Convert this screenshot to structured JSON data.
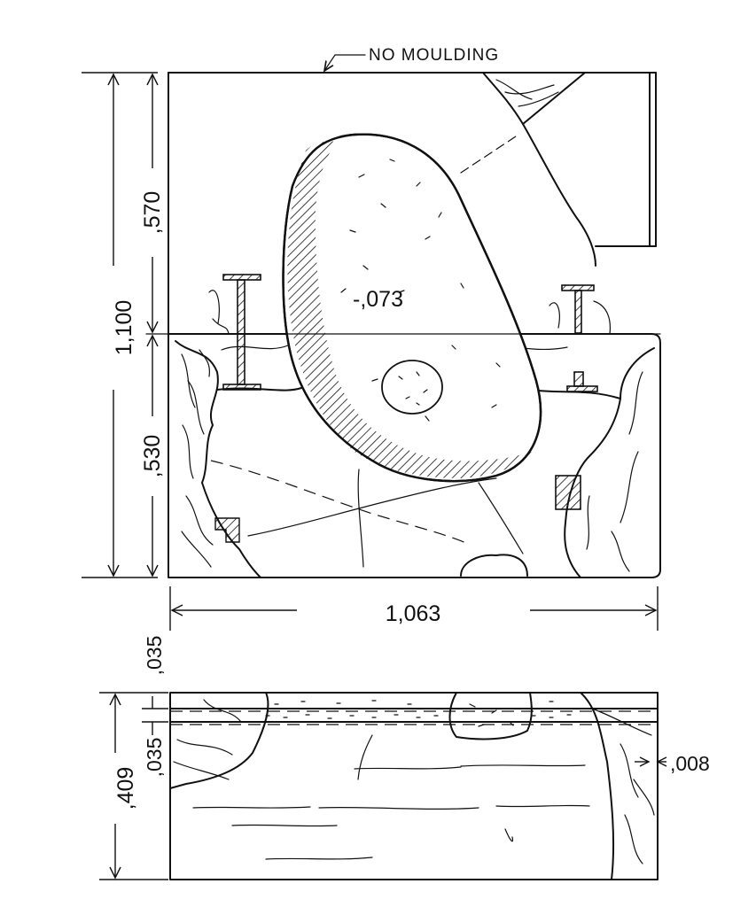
{
  "callout": {
    "text": "NO MOULDING"
  },
  "dimensions": {
    "total_height": "1,100",
    "upper_height": ",570",
    "lower_height": ",530",
    "width": "1,063",
    "top_gap": ",035",
    "slab_layer": ",035",
    "slab_height": ",409",
    "edge_offset": ",008"
  },
  "depth_label": "-,073"
}
